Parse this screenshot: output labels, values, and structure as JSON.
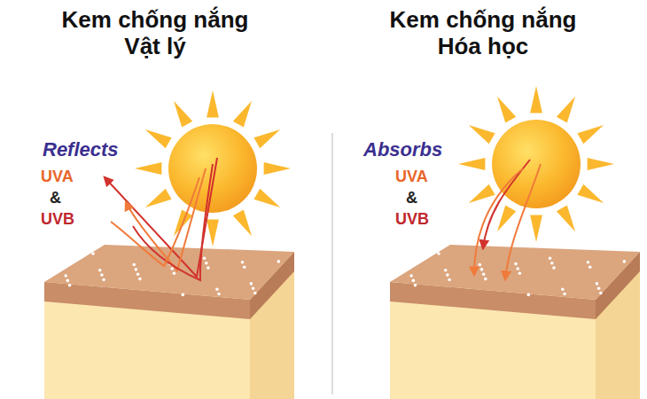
{
  "diagram": {
    "labels": [
      "Kem chống nắng Vật lý",
      "Kem chống nắng Hóa học",
      "Reflects",
      "UVA",
      "&",
      "UVB",
      "Absorbs",
      "UVA",
      "&",
      "UVB"
    ]
  }
}
